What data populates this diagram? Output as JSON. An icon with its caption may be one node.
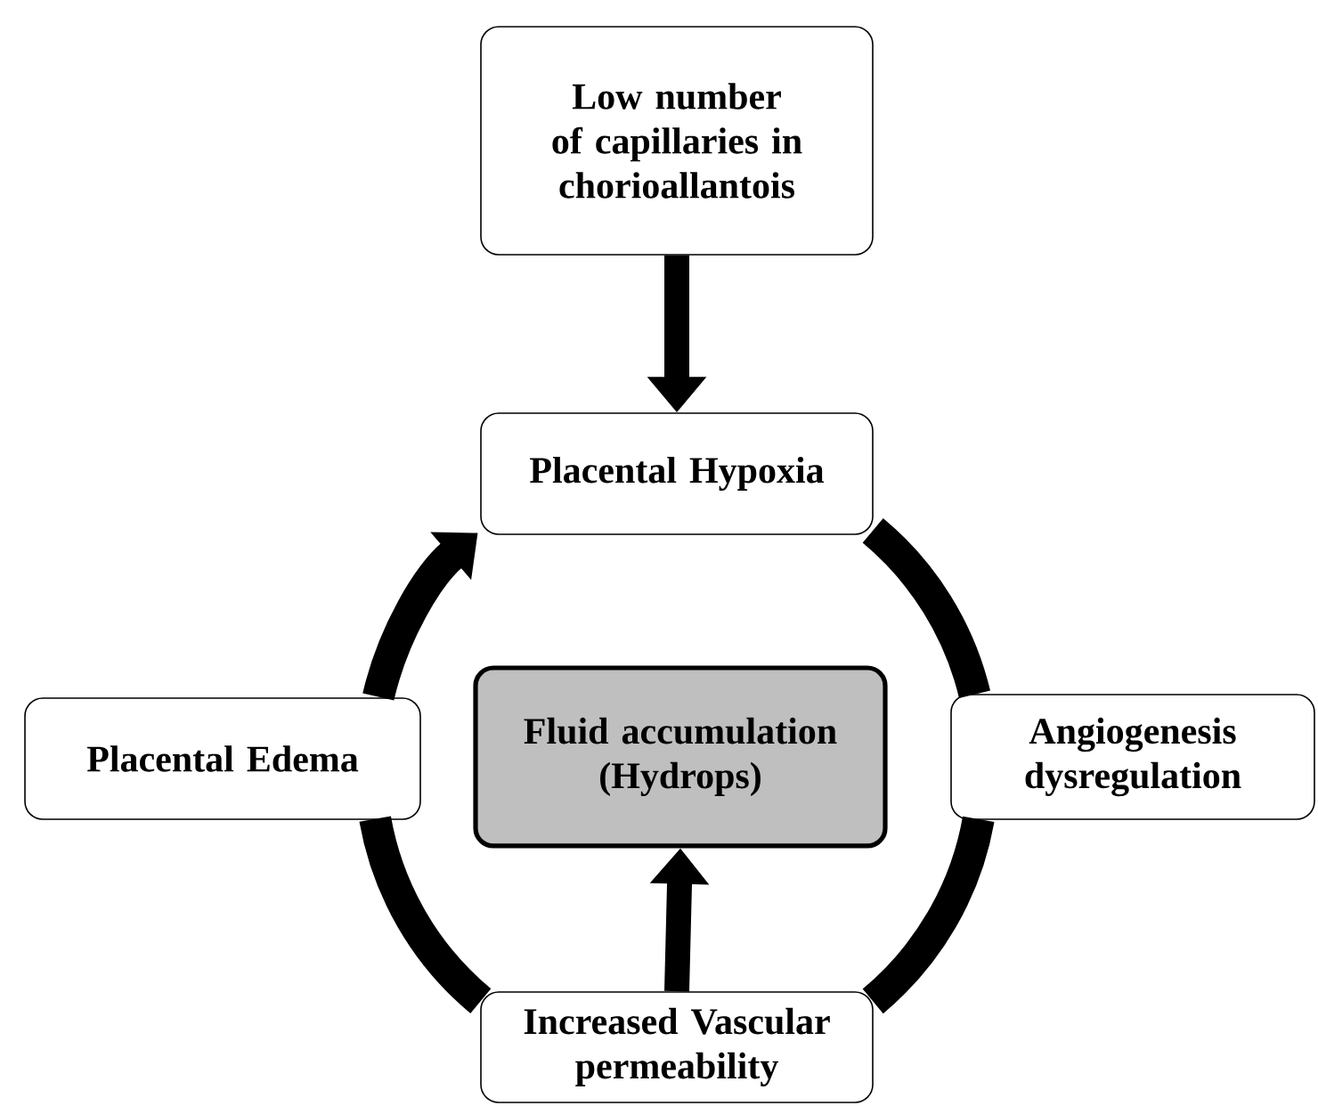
{
  "diagram": {
    "nodes": [
      {
        "text": [
          "Low number of capillaries in chorioallantois"
        ]
      },
      {
        "text": [
          "Placental Hypoxia"
        ]
      },
      {
        "text": [
          "Placental Edema"
        ]
      },
      {
        "text": [
          "Fluid accumulation (Hydrops)"
        ]
      },
      {
        "text": [
          "Angiogenesis dysregulation"
        ]
      },
      {
        "text": [
          "Increased Vascular permeability"
        ]
      }
    ],
    "edges": [
      {
        "from": 0,
        "to": 1,
        "arrow": "to"
      },
      {
        "from": 1,
        "to": 4,
        "arrow": "none"
      },
      {
        "from": 4,
        "to": 5,
        "arrow": "none"
      },
      {
        "from": 5,
        "to": 2,
        "arrow": "none"
      },
      {
        "from": 2,
        "to": 1,
        "arrow": "to"
      },
      {
        "from": 5,
        "to": 3,
        "arrow": "to"
      }
    ]
  }
}
